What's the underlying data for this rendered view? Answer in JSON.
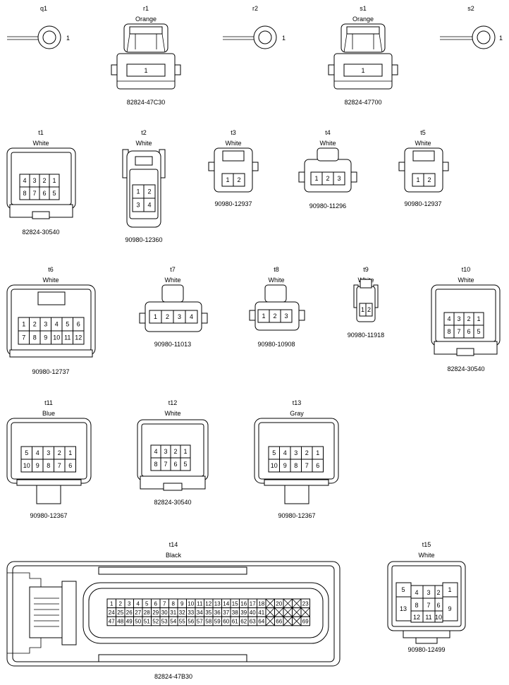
{
  "connectors": {
    "q1": {
      "code": "q1",
      "pin": "1"
    },
    "r1": {
      "code": "r1",
      "color": "Orange",
      "pin": "1",
      "part": "82824-47C30"
    },
    "r2": {
      "code": "r2",
      "pin": "1"
    },
    "s1": {
      "code": "s1",
      "color": "Orange",
      "pin": "1",
      "part": "82824-47700"
    },
    "s2": {
      "code": "s2",
      "pin": "1"
    },
    "t1": {
      "code": "t1",
      "color": "White",
      "part": "82824-30540",
      "rows": [
        [
          "4",
          "3",
          "2",
          "1"
        ],
        [
          "8",
          "7",
          "6",
          "5"
        ]
      ]
    },
    "t2": {
      "code": "t2",
      "color": "White",
      "part": "90980-12360",
      "rows": [
        [
          "1",
          "2"
        ],
        [
          "3",
          "4"
        ]
      ]
    },
    "t3": {
      "code": "t3",
      "color": "White",
      "part": "90980-12937",
      "rows": [
        [
          "1",
          "2"
        ]
      ]
    },
    "t4": {
      "code": "t4",
      "color": "White",
      "part": "90980-11296",
      "rows": [
        [
          "1",
          "2",
          "3"
        ]
      ]
    },
    "t5": {
      "code": "t5",
      "color": "White",
      "part": "90980-12937",
      "rows": [
        [
          "1",
          "2"
        ]
      ]
    },
    "t6": {
      "code": "t6",
      "color": "White",
      "part": "90980-12737",
      "rows": [
        [
          "1",
          "2",
          "3",
          "4",
          "5",
          "6"
        ],
        [
          "7",
          "8",
          "9",
          "10",
          "11",
          "12"
        ]
      ]
    },
    "t7": {
      "code": "t7",
      "color": "White",
      "part": "90980-11013",
      "rows": [
        [
          "1",
          "2",
          "3",
          "4"
        ]
      ]
    },
    "t8": {
      "code": "t8",
      "color": "White",
      "part": "90980-10908",
      "rows": [
        [
          "1",
          "2",
          "3"
        ]
      ]
    },
    "t9": {
      "code": "t9",
      "color": "White",
      "part": "90980-11918",
      "rows": [
        [
          "1",
          "2"
        ]
      ]
    },
    "t10": {
      "code": "t10",
      "color": "White",
      "part": "82824-30540",
      "rows": [
        [
          "4",
          "3",
          "2",
          "1"
        ],
        [
          "8",
          "7",
          "6",
          "5"
        ]
      ]
    },
    "t11": {
      "code": "t11",
      "color": "Blue",
      "part": "90980-12367",
      "rows": [
        [
          "5",
          "4",
          "3",
          "2",
          "1"
        ],
        [
          "10",
          "9",
          "8",
          "7",
          "6"
        ]
      ]
    },
    "t12": {
      "code": "t12",
      "color": "White",
      "part": "82824-30540",
      "rows": [
        [
          "4",
          "3",
          "2",
          "1"
        ],
        [
          "8",
          "7",
          "6",
          "5"
        ]
      ]
    },
    "t13": {
      "code": "t13",
      "color": "Gray",
      "part": "90980-12367",
      "rows": [
        [
          "5",
          "4",
          "3",
          "2",
          "1"
        ],
        [
          "10",
          "9",
          "8",
          "7",
          "6"
        ]
      ]
    },
    "t14": {
      "code": "t14",
      "color": "Black",
      "part": "82824-47B30",
      "rows": [
        [
          "1",
          "2",
          "3",
          "4",
          "5",
          "6",
          "7",
          "8",
          "9",
          "10",
          "11",
          "12",
          "13",
          "14",
          "15",
          "16",
          "17",
          "18",
          "X",
          "20",
          "X",
          "X",
          "23"
        ],
        [
          "24",
          "25",
          "26",
          "27",
          "28",
          "29",
          "30",
          "31",
          "32",
          "33",
          "34",
          "35",
          "36",
          "37",
          "38",
          "39",
          "40",
          "41",
          "X",
          "X",
          "X",
          "X",
          "X"
        ],
        [
          "47",
          "48",
          "49",
          "50",
          "51",
          "52",
          "53",
          "54",
          "55",
          "56",
          "57",
          "58",
          "59",
          "60",
          "61",
          "62",
          "63",
          "64",
          "X",
          "66",
          "X",
          "X",
          "69"
        ]
      ]
    },
    "t15": {
      "code": "t15",
      "color": "White",
      "part": "90980-12499",
      "pins": {
        "p5": "5",
        "p4": "4",
        "p3": "3",
        "p2": "2",
        "p1": "1",
        "p13": "13",
        "p8": "8",
        "p7": "7",
        "p6": "6",
        "p9": "9",
        "p12": "12",
        "p11": "11",
        "p10": "10"
      }
    }
  }
}
